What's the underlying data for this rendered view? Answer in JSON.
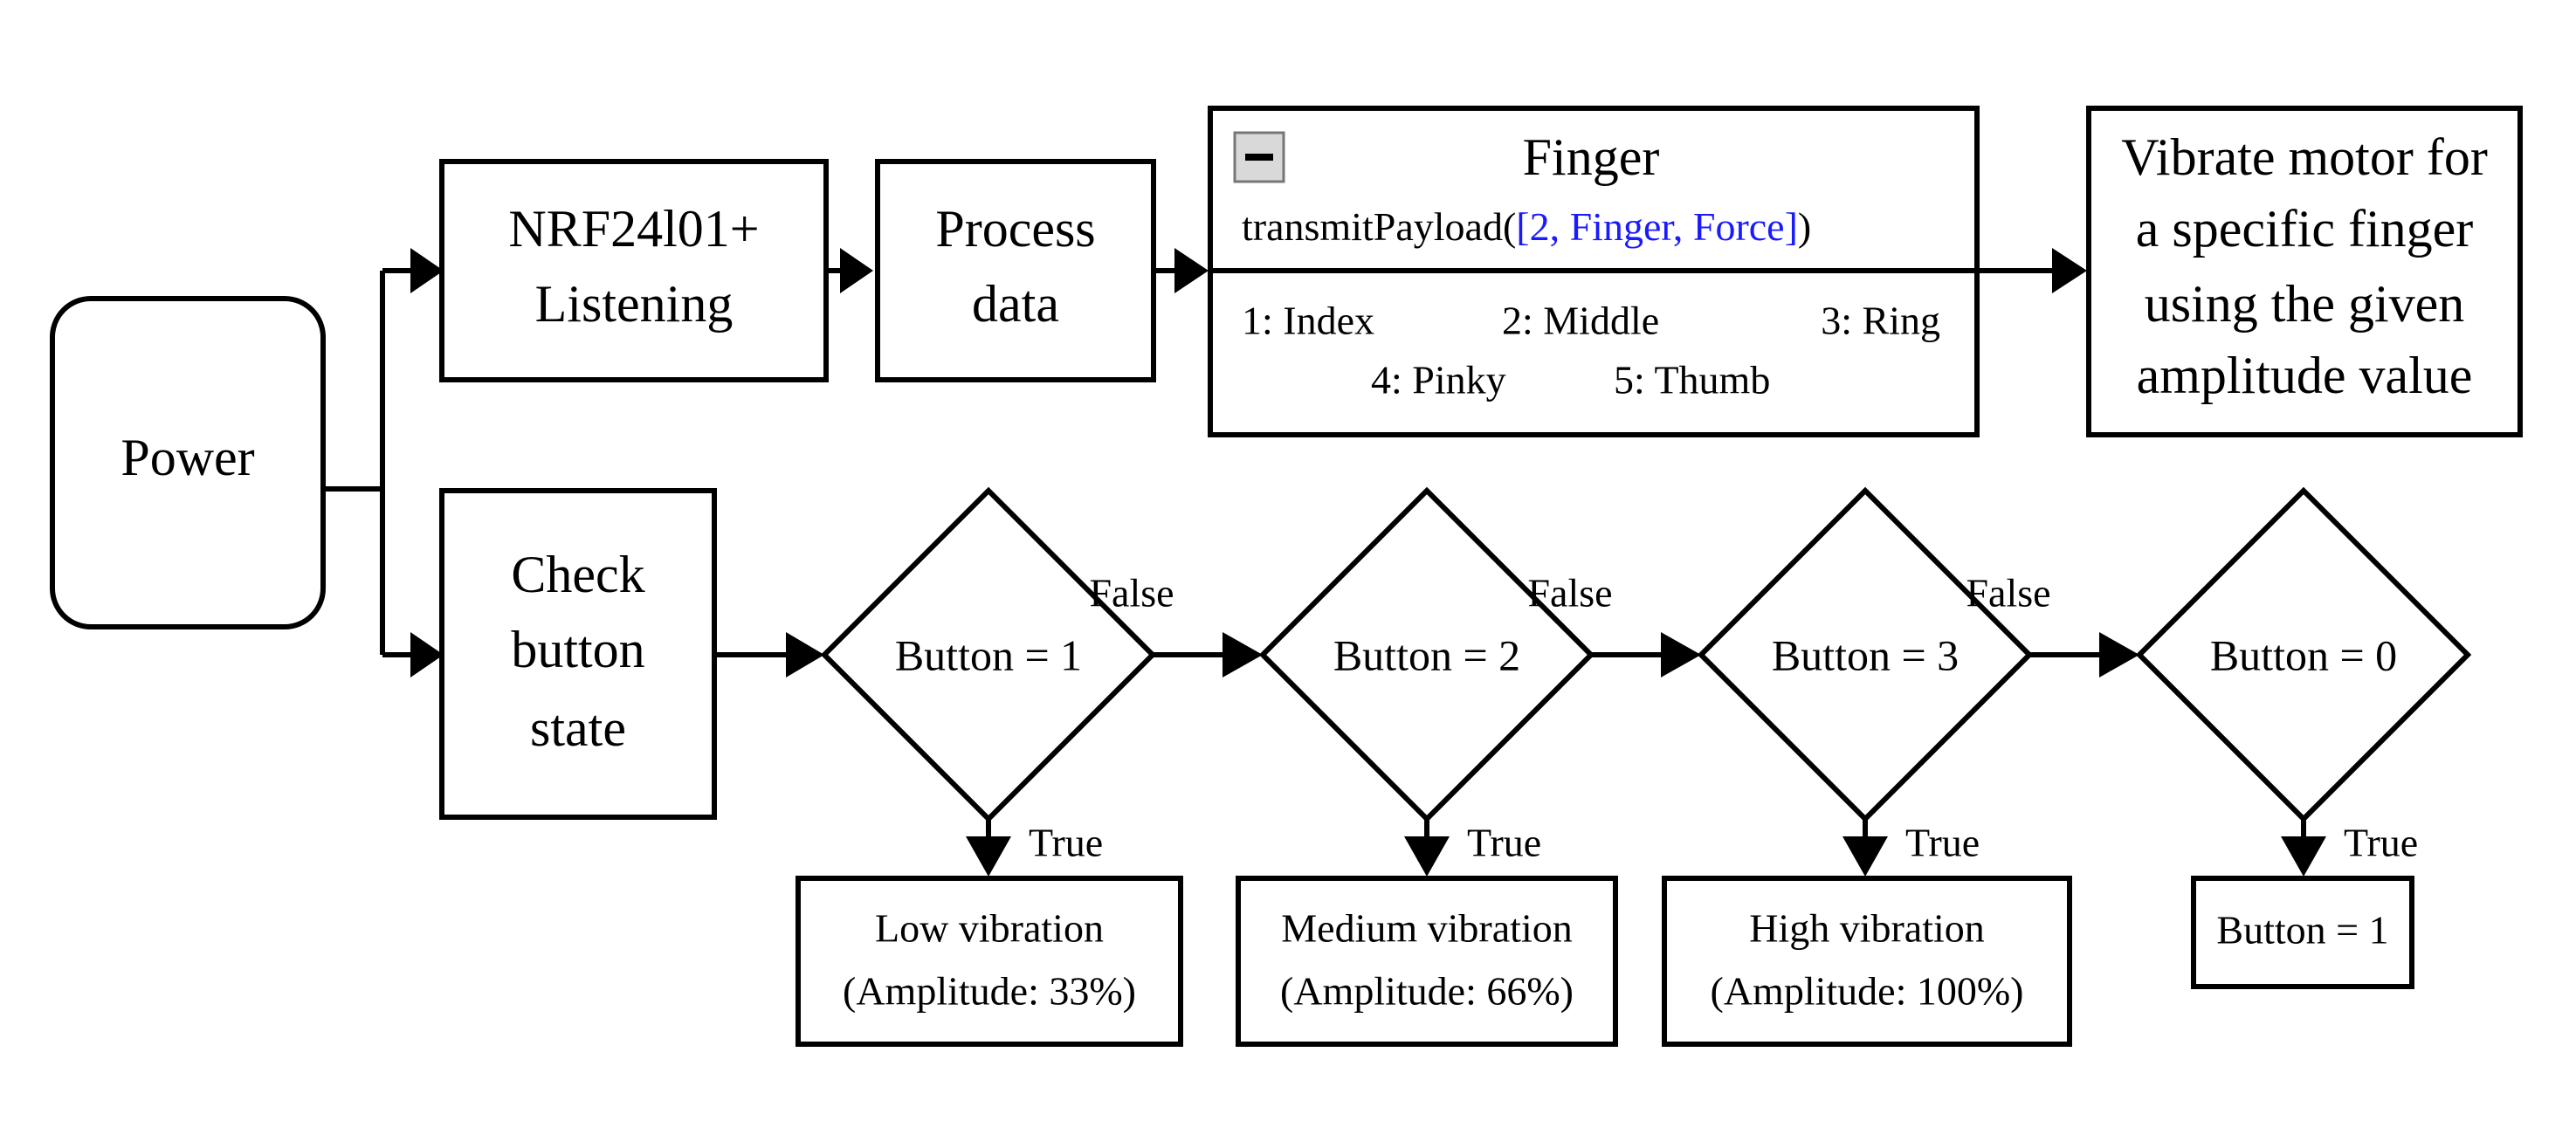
{
  "nodes": {
    "power": "Power",
    "nrf_line1": "NRF24l01+",
    "nrf_line2": "Listening",
    "process_line1": "Process",
    "process_line2": "data",
    "finger_title": "Finger",
    "finger_code_prefix": "transmitPayload(",
    "finger_code_args": "[2, Finger, Force]",
    "finger_code_suffix": ")",
    "finger_opt1": "1: Index",
    "finger_opt2": "2: Middle",
    "finger_opt3": "3: Ring",
    "finger_opt4": "4: Pinky",
    "finger_opt5": "5: Thumb",
    "vibrate_line1": "Vibrate motor for",
    "vibrate_line2": "a specific finger",
    "vibrate_line3": "using the given",
    "vibrate_line4": "amplitude value",
    "check_line1": "Check",
    "check_line2": "button",
    "check_line3": "state"
  },
  "decisions": [
    {
      "label": "Button = 1",
      "false_label": "False",
      "true_label": "True",
      "result_line1": "Low vibration",
      "result_line2": "(Amplitude: 33%)"
    },
    {
      "label": "Button = 2",
      "false_label": "False",
      "true_label": "True",
      "result_line1": "Medium vibration",
      "result_line2": "(Amplitude: 66%)"
    },
    {
      "label": "Button = 3",
      "false_label": "False",
      "true_label": "True",
      "result_line1": "High vibration",
      "result_line2": "(Amplitude: 100%)"
    },
    {
      "label": "Button = 0",
      "true_label": "True",
      "result_line1": "Button = 1"
    }
  ],
  "colors": {
    "stroke": "#000000",
    "code_args": "#1a1aff",
    "collapse_icon_fill": "#d9d9d9"
  },
  "icons": {
    "collapse": "minus-square-icon"
  }
}
